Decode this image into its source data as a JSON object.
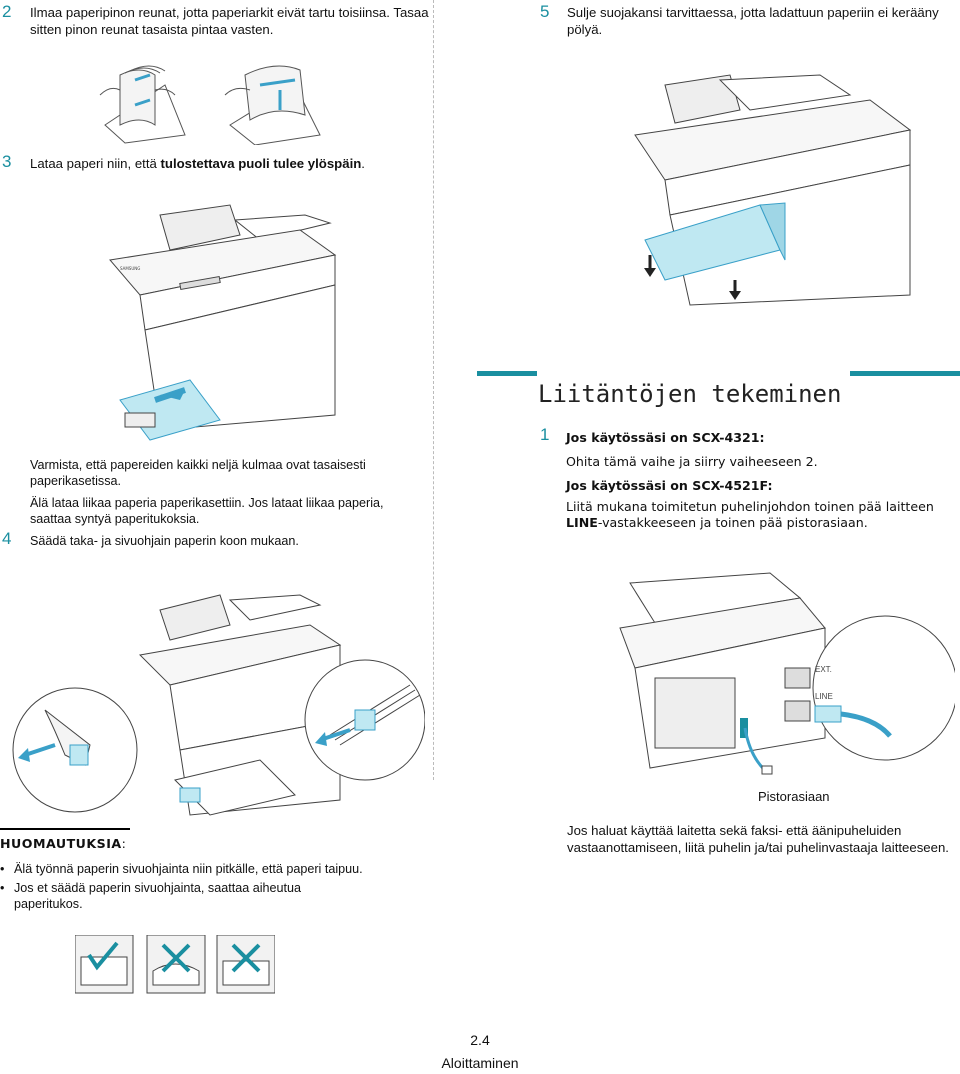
{
  "steps": {
    "s2_num": "2",
    "s2_text": "Ilmaa paperipinon reunat, jotta paperiarkit eivät tartu toisiinsa. Tasaa sitten pinon reunat tasaista pintaa vasten.",
    "s3_num": "3",
    "s3_text_a": "Lataa paperi niin, että ",
    "s3_text_b": "tulostettava puoli tulee ylöspäin",
    "s3_text_c": ".",
    "s3_note1": "Varmista, että papereiden kaikki neljä kulmaa ovat tasaisesti paperikasetissa.",
    "s3_note2": "Älä lataa liikaa paperia paperikasettiin. Jos lataat liikaa paperia, saattaa syntyä paperitukoksia.",
    "s4_num": "4",
    "s4_text": "Säädä taka- ja sivuohjain paperin koon mukaan.",
    "s5_num": "5",
    "s5_text": "Sulje suojakansi tarvittaessa, jotta ladattuun paperiin ei kerääny pölyä."
  },
  "section": {
    "title": "Liitäntöjen tekeminen",
    "s1_num": "1",
    "s1_heading": "Jos käytössäsi on SCX-4321:",
    "s1_text": "Ohita tämä vaihe ja siirry vaiheeseen 2.",
    "s1b_heading": "Jos käytössäsi on SCX-4521F:",
    "s1b_text_a": "Liitä mukana toimitetun puhelinjohdon toinen pää laitteen ",
    "s1b_text_b": "LINE",
    "s1b_text_c": "-vastakkeeseen ja toinen pää pistorasiaan.",
    "ext_label": "EXT.",
    "line_label": "LINE",
    "outlet_caption": "Pistorasiaan",
    "extra_text": "Jos haluat käyttää laitetta sekä faksi- että äänipuheluiden vastaanottamiseen, liitä puhelin ja/tai puhelinvastaaja laitteeseen."
  },
  "notes": {
    "heading": "Huomautuksia",
    "colon": ":",
    "items": [
      "Älä työnnä paperin sivuohjainta niin pitkälle, että paperi taipuu.",
      "Jos et säädä paperin sivuohjainta, saattaa aiheutua paperitukos."
    ]
  },
  "footer": {
    "page_number": "2.4",
    "chapter": "Aloittaminen"
  },
  "printer_brand": "SAMSUNG",
  "colors": {
    "accent": "#1a8fa0",
    "paper_blue": "#bfe8f2",
    "arrow_blue": "#3aa0c8"
  }
}
